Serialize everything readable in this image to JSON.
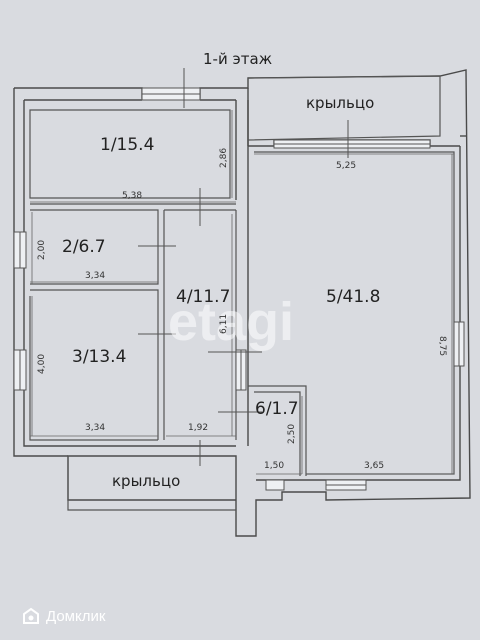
{
  "floor_title": "1-й этаж",
  "porch_top": "крыльцо",
  "porch_bottom": "крыльцо",
  "rooms": {
    "r1": "1/15.4",
    "r2": "2/6.7",
    "r3": "3/13.4",
    "r4": "4/11.7",
    "r5": "5/41.8",
    "r6": "6/1.7"
  },
  "dims": {
    "d_538": "5,38",
    "d_286": "2,86",
    "d_200": "2,00",
    "d_334a": "3,34",
    "d_611": "6,11",
    "d_400": "4,00",
    "d_334b": "3,34",
    "d_192": "1,92",
    "d_525": "5,25",
    "d_875": "8,75",
    "d_250": "2,50",
    "d_150": "1,50",
    "d_365": "3,65"
  },
  "watermark": "etagi",
  "footer_brand": "Домклик",
  "colors": {
    "background": "#d9dbe0",
    "wall": "#333333",
    "dim": "#666666"
  }
}
